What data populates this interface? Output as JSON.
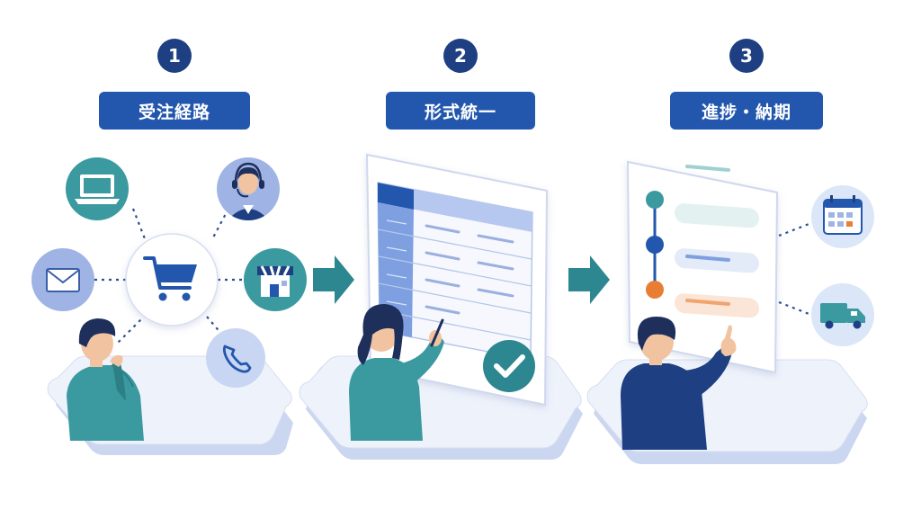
{
  "steps": [
    {
      "number": "1",
      "label": "受注経路"
    },
    {
      "number": "2",
      "label": "形式統一"
    },
    {
      "number": "3",
      "label": "進捗・納期"
    }
  ],
  "colors": {
    "navy": "#1e3f82",
    "label_blue": "#2357ad",
    "teal": "#3a9aa0",
    "light_blue": "#9fb4e4",
    "platform": "#eef2fb",
    "orange": "#e87e34"
  },
  "icons": {
    "channels": [
      "laptop-icon",
      "headset-operator-icon",
      "email-icon",
      "shopping-cart-icon",
      "store-icon",
      "phone-icon"
    ],
    "progress": [
      "calendar-icon",
      "delivery-truck-icon",
      "check-icon",
      "arrow-right-icon"
    ]
  }
}
